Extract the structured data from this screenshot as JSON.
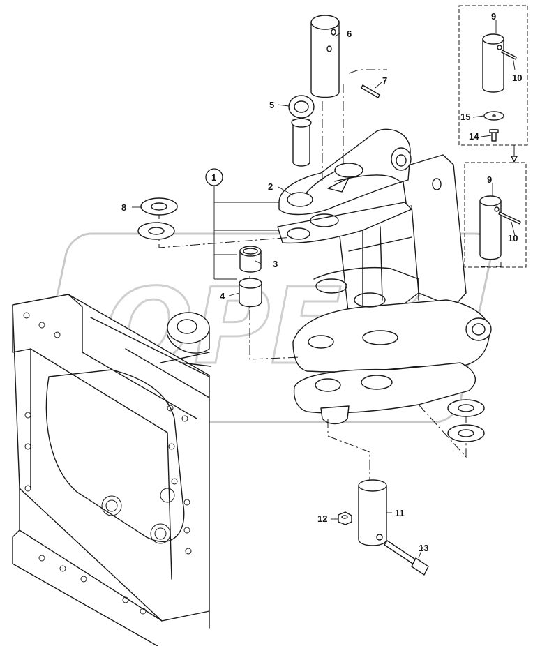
{
  "watermark": {
    "text": "OPEX"
  },
  "callouts": {
    "c1": "1",
    "c2": "2",
    "c3": "3",
    "c4": "4",
    "c5": "5",
    "c6": "6",
    "c7": "7",
    "c8": "8",
    "c9a": "9",
    "c9b": "9",
    "c10a": "10",
    "c10b": "10",
    "c11": "11",
    "c12": "12",
    "c13": "13",
    "c14": "14",
    "c15": "15"
  },
  "detail_boxes": [
    {
      "parts": [
        "9",
        "10",
        "15",
        "14"
      ]
    },
    {
      "parts": [
        "9",
        "10"
      ]
    }
  ]
}
